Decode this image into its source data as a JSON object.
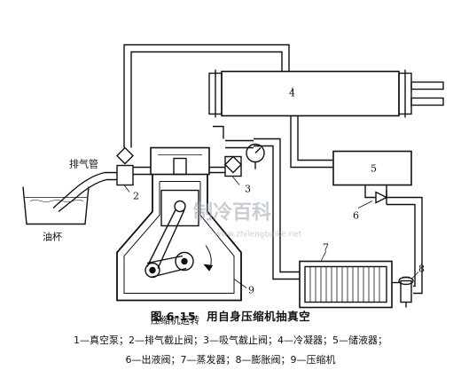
{
  "labels": {
    "exhaust_pipe": "排气管",
    "oil_cup": "油杯",
    "compressor_running": "压缩机运转"
  },
  "callouts": {
    "n2": "2",
    "n3": "3",
    "n4": "4",
    "n5": "5",
    "n6": "6",
    "n7": "7",
    "n8": "8",
    "n9": "9"
  },
  "watermark": {
    "main": "制冷百科",
    "url": "www.zhilengbaike.net"
  },
  "caption": {
    "figure_number": "图 6-15",
    "title": "用自身压缩机抽真空"
  },
  "legend": {
    "line1": "1—真空泵；2—排气截止阀；3—吸气截止阀；4—冷凝器；5—储液器；",
    "line2": "6—出液阀；7—蒸发器；8—膨胀阀；9—压缩机"
  }
}
